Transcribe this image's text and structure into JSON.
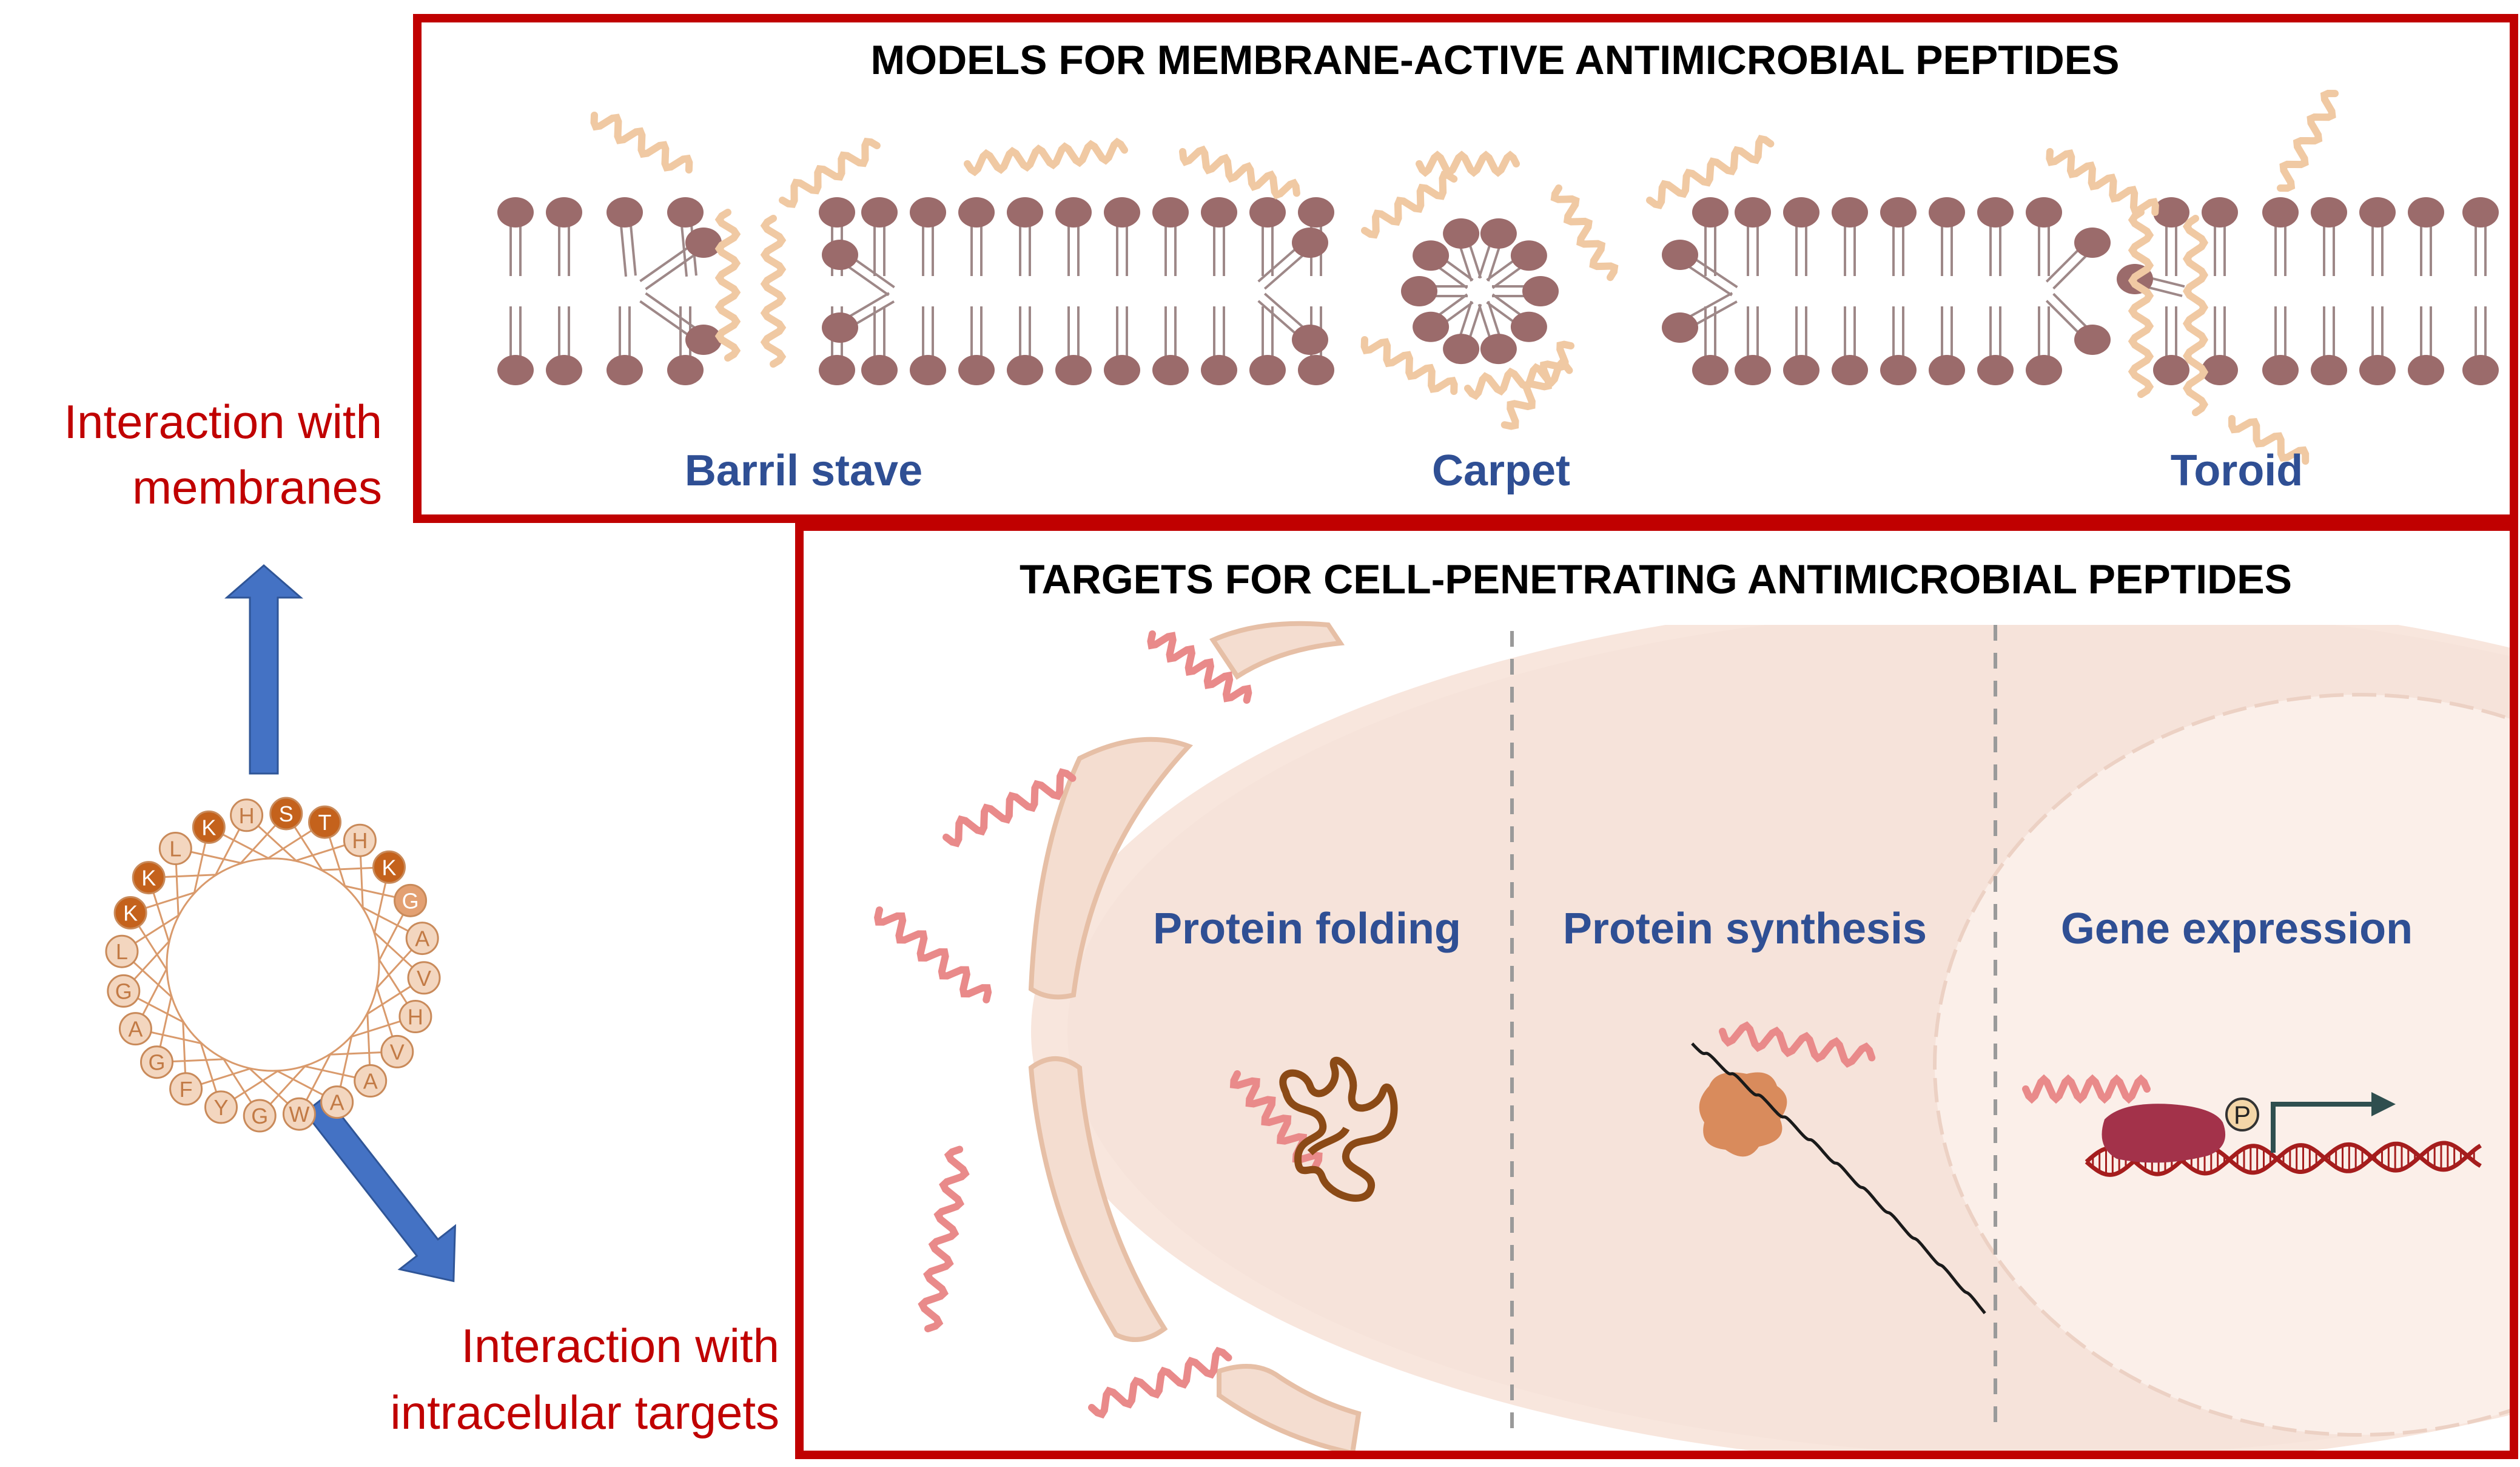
{
  "colors": {
    "frame": "#c00000",
    "blue_title": "#2f4f94",
    "red_text": "#c00000",
    "lipid_head": "#9b6b6b",
    "lipid_tail": "#9e8888",
    "peptide_membrane": "#f0c9a3",
    "peptide_cell": "#e98a8a",
    "cell_wall": "#f4ddd0",
    "cytoplasm": "#f8e6dd",
    "nucleus": "#fbefe9",
    "arrow": "#4472c4",
    "helix_dark": "#c4621c",
    "helix_mid": "#e3a072",
    "helix_light": "#f3d6bf",
    "helix_line": "#d99a6c",
    "folded_protein": "#8b4a16",
    "ribosome": "#d98b5c",
    "enzyme": "#a3324a",
    "dna": "#a51d1d",
    "promoter_arrow": "#2f4f4f"
  },
  "left": {
    "membranes_line1": "Interaction with",
    "membranes_line2": "membranes",
    "intracellular_line1": "Interaction  with",
    "intracellular_line2": "intracelular targets"
  },
  "helical_wheel": {
    "residues": [
      {
        "label": "T",
        "tone": "dark"
      },
      {
        "label": "H",
        "tone": "light"
      },
      {
        "label": "K",
        "tone": "dark"
      },
      {
        "label": "G",
        "tone": "mid"
      },
      {
        "label": "A",
        "tone": "light"
      },
      {
        "label": "V",
        "tone": "light"
      },
      {
        "label": "H",
        "tone": "light"
      },
      {
        "label": "V",
        "tone": "light"
      },
      {
        "label": "A",
        "tone": "light"
      },
      {
        "label": "A",
        "tone": "light"
      },
      {
        "label": "W",
        "tone": "light"
      },
      {
        "label": "G",
        "tone": "light"
      },
      {
        "label": "Y",
        "tone": "light"
      },
      {
        "label": "F",
        "tone": "light"
      },
      {
        "label": "G",
        "tone": "light"
      },
      {
        "label": "A",
        "tone": "light"
      },
      {
        "label": "G",
        "tone": "light"
      },
      {
        "label": "L",
        "tone": "light"
      },
      {
        "label": "K",
        "tone": "dark"
      },
      {
        "label": "K",
        "tone": "dark"
      },
      {
        "label": "L",
        "tone": "light"
      },
      {
        "label": "K",
        "tone": "dark"
      },
      {
        "label": "H",
        "tone": "light"
      },
      {
        "label": "S",
        "tone": "dark"
      }
    ]
  },
  "top_panel": {
    "title": "MODELS FOR MEMBRANE-ACTIVE ANTIMICROBIAL PEPTIDES",
    "models": [
      "Barril stave",
      "Carpet",
      "Toroid"
    ]
  },
  "bottom_panel": {
    "title": "TARGETS FOR CELL-PENETRATING ANTIMICROBIAL PEPTIDES",
    "targets": [
      "Protein folding",
      "Protein synthesis",
      "Gene expression"
    ],
    "promoter_label": "P"
  }
}
